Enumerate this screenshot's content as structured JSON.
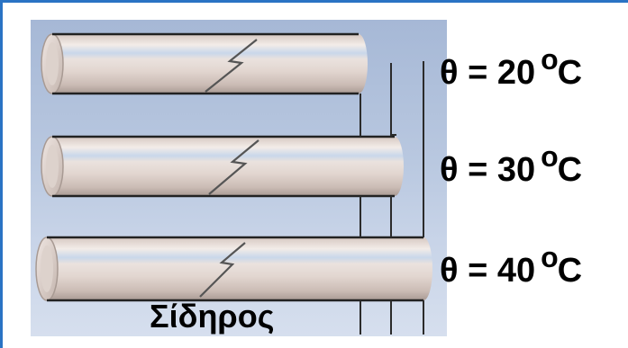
{
  "material_label": "Σίδηρος",
  "rods": [
    {
      "temperature_prefix": "θ = 20",
      "degree_symbol": "o",
      "unit": "C"
    },
    {
      "temperature_prefix": "θ = 30",
      "degree_symbol": "o",
      "unit": "C"
    },
    {
      "temperature_prefix": "θ = 40",
      "degree_symbol": "o",
      "unit": "C"
    }
  ],
  "colors": {
    "frame_border": "#2a73c4",
    "panel_background": "#b9c8e0",
    "rod_body": "#e8dcd6",
    "text": "#000000"
  }
}
